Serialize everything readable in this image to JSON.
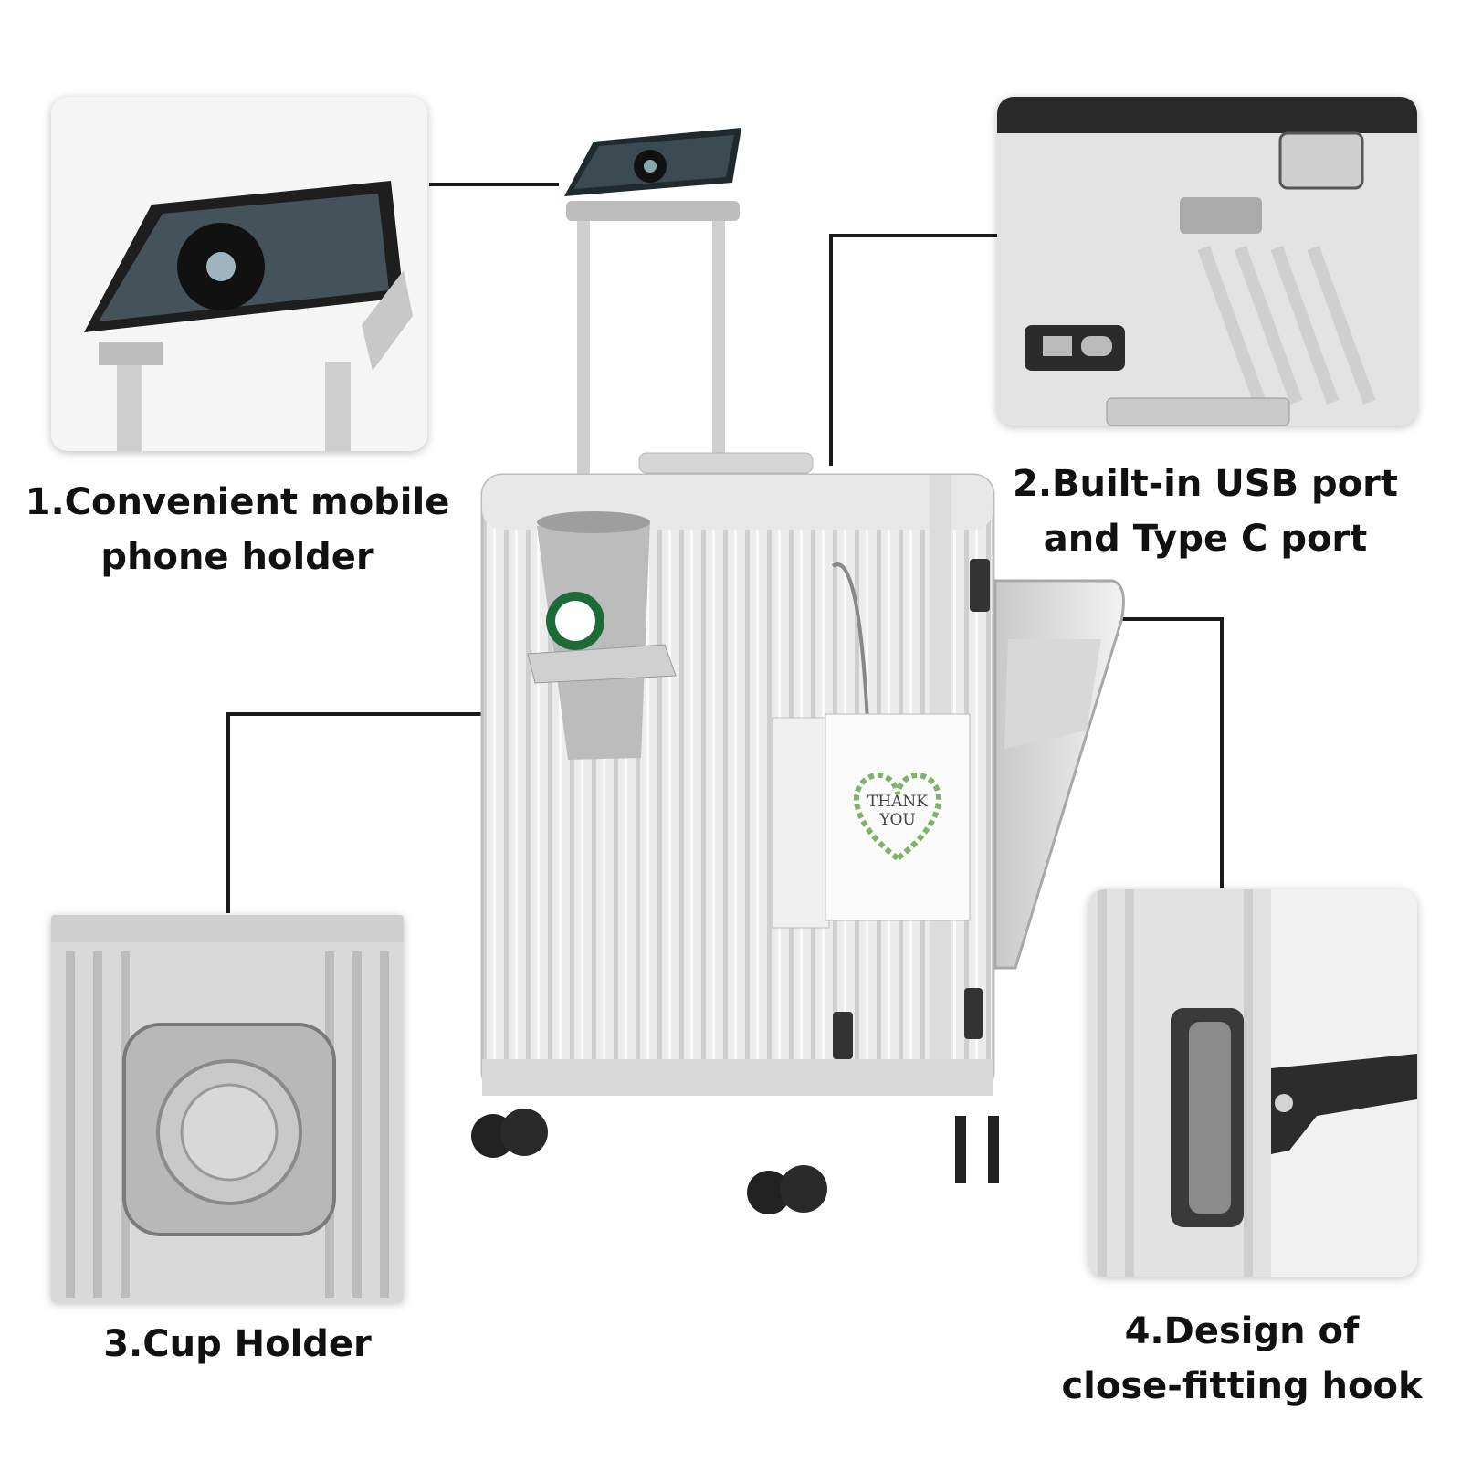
{
  "features": [
    {
      "line1": "1.Convenient mobile",
      "line2": "phone holder"
    },
    {
      "line1": "2.Built-in USB port",
      "line2": "and Type C port"
    },
    {
      "line1": "3.Cup Holder",
      "line2": ""
    },
    {
      "line1": "4.Design of",
      "line2": "close-fitting hook"
    }
  ],
  "gift_bag": {
    "line1": "THANK",
    "line2": "YOU"
  },
  "colors": {
    "text": "#111111",
    "leader": "#1a1a1a",
    "aluminum": "#e6e6e6",
    "shadow": "#9a9a9a"
  }
}
